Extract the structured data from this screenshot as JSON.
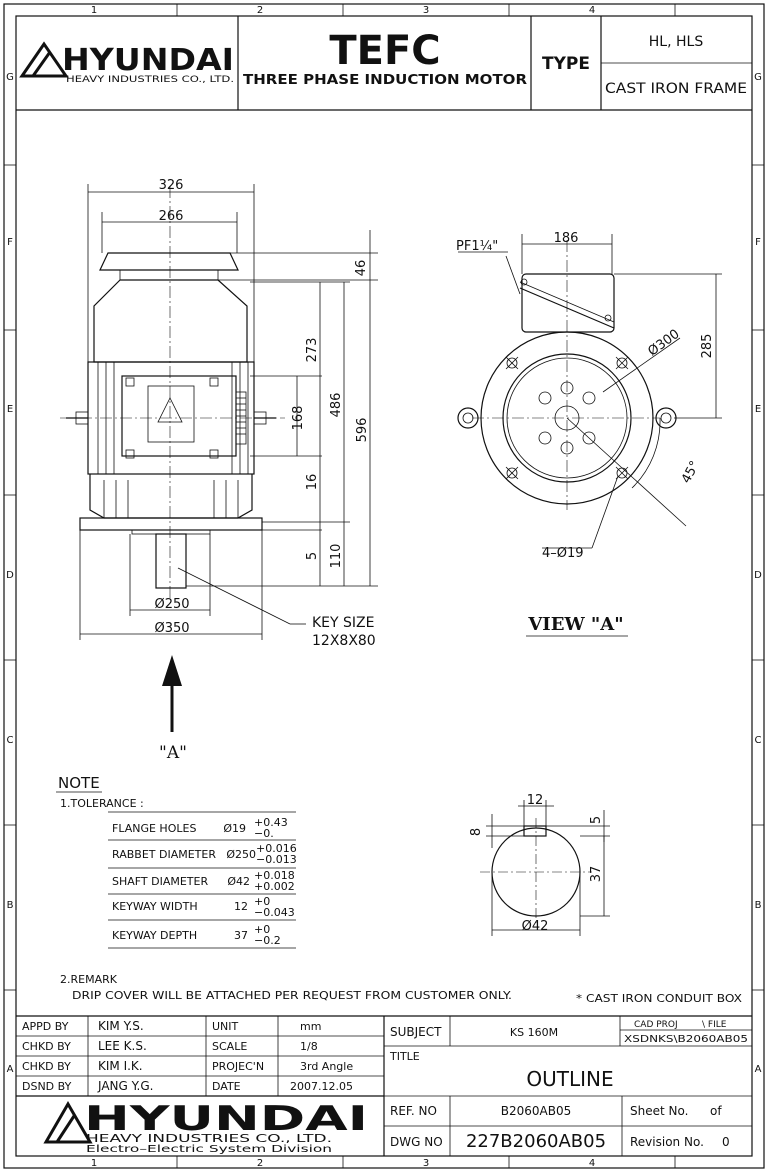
{
  "grid": {
    "cols": [
      "1",
      "2",
      "3",
      "4"
    ],
    "rows": [
      "G",
      "F",
      "E",
      "D",
      "C",
      "B",
      "A"
    ]
  },
  "header": {
    "logo_text": "HYUNDAI",
    "company": "HEAVY INDUSTRIES CO., LTD.",
    "title": "TEFC",
    "subtitle": "THREE PHASE INDUCTION MOTOR",
    "type_label": "TYPE",
    "type_value": "HL, HLS",
    "frame_value": "CAST IRON FRAME"
  },
  "side_view": {
    "dims": {
      "w326": "326",
      "w266": "266",
      "h46": "46",
      "h273": "273",
      "h486": "486",
      "h596": "596",
      "h168": "168",
      "h16": "16",
      "h5": "5",
      "h110": "110",
      "d250": "Ø250",
      "d350": "Ø350"
    },
    "key_size_label": "KEY SIZE",
    "key_size_value": "12X8X80",
    "view_arrow_label": "\"A\""
  },
  "view_a": {
    "title": "VIEW \"A\"",
    "dims": {
      "pf": "PF1¼\"",
      "w186": "186",
      "d300": "Ø300",
      "h285": "285",
      "angle": "45°",
      "holes": "4–Ø19"
    }
  },
  "shaft_section": {
    "dims": {
      "w12": "12",
      "h8": "8",
      "h5": "5",
      "h37": "37",
      "d42": "Ø42"
    }
  },
  "note": {
    "title": "NOTE",
    "tolerance_title": "1.TOLERANCE :",
    "tolerances": [
      {
        "label": "FLANGE HOLES",
        "value": "Ø19",
        "upper": "+0.43",
        "lower": "−0."
      },
      {
        "label": "RABBET DIAMETER",
        "value": "Ø250",
        "upper": "+0.016",
        "lower": "−0.013"
      },
      {
        "label": "SHAFT DIAMETER",
        "value": "Ø42",
        "upper": "+0.018",
        "lower": "+0.002"
      },
      {
        "label": "KEYWAY WIDTH",
        "value": "12",
        "upper": "+0",
        "lower": "−0.043"
      },
      {
        "label": "KEYWAY DEPTH",
        "value": "37",
        "upper": "+0",
        "lower": "−0.2"
      }
    ],
    "remark_title": "2.REMARK",
    "remark_text": "DRIP COVER WILL BE ATTACHED PER REQUEST FROM CUSTOMER ONLY.",
    "conduit_note": "* CAST IRON CONDUIT BOX"
  },
  "title_block": {
    "rows": [
      {
        "role": "APPD BY",
        "name": "KIM Y.S.",
        "key": "UNIT",
        "value": "mm"
      },
      {
        "role": "CHKD BY",
        "name": "LEE K.S.",
        "key": "SCALE",
        "value": "1/8"
      },
      {
        "role": "CHKD BY",
        "name": "KIM I.K.",
        "key": "PROJEC'N",
        "value": "3rd Angle"
      },
      {
        "role": "DSND BY",
        "name": "JANG Y.G.",
        "key": "DATE",
        "value": "2007.12.05"
      }
    ],
    "subject_label": "SUBJECT",
    "subject_value": "KS 160M",
    "cad_proj_label": "CAD PROJ",
    "file_label": "\\ FILE",
    "cad_path": "XSDNKS\\B2060AB05",
    "title_label": "TITLE",
    "title_value": "OUTLINE",
    "ref_label": "REF. NO",
    "ref_value": "B2060AB05",
    "sheet_label": "Sheet No.",
    "sheet_of": "of",
    "dwg_label": "DWG NO",
    "dwg_value": "227B2060AB05",
    "rev_label": "Revision No.",
    "rev_value": "0",
    "logo_text": "HYUNDAI",
    "company": "HEAVY INDUSTRIES CO., LTD.",
    "division": "Electro–Electric System Division"
  }
}
